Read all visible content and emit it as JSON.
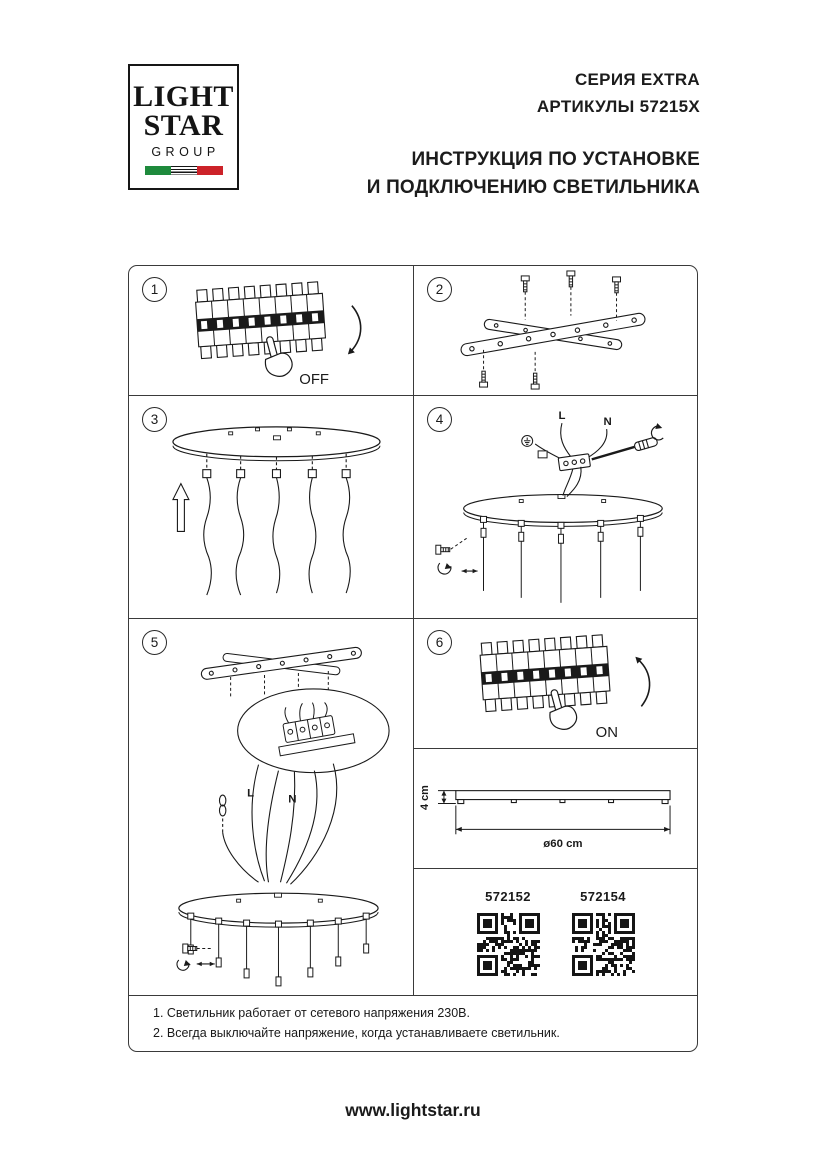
{
  "header": {
    "logo": {
      "line1": "LIGHT",
      "line2": "STAR",
      "line3": "GROUP"
    },
    "series": "СЕРИЯ EXTRA",
    "articles": "АРТИКУЛЫ 57215X",
    "title_line1": "ИНСТРУКЦИЯ ПО УСТАНОВКЕ",
    "title_line2": "И ПОДКЛЮЧЕНИЮ СВЕТИЛЬНИКА"
  },
  "steps": {
    "s1": {
      "number": "1",
      "switch_label": "OFF"
    },
    "s2": {
      "number": "2"
    },
    "s3": {
      "number": "3"
    },
    "s4": {
      "number": "4",
      "wire_l": "L",
      "wire_n": "N"
    },
    "s5": {
      "number": "5",
      "wire_l": "L",
      "wire_n": "N"
    },
    "s6": {
      "number": "6",
      "switch_label": "ON"
    }
  },
  "dimensions": {
    "height_label": "4 cm",
    "diameter_label": "ø60 cm"
  },
  "qr_codes": [
    {
      "code": "572152"
    },
    {
      "code": "572154"
    }
  ],
  "notes": {
    "line1": "1. Светильник работает от сетевого напряжения 230В.",
    "line2": "2. Всегда выключайте напряжение, когда устанавливаете светильник."
  },
  "footer": {
    "website": "www.lightstar.ru"
  },
  "colors": {
    "ink": "#1a1a1a",
    "flag_green": "#1e8a3c",
    "flag_red": "#cc2229"
  }
}
